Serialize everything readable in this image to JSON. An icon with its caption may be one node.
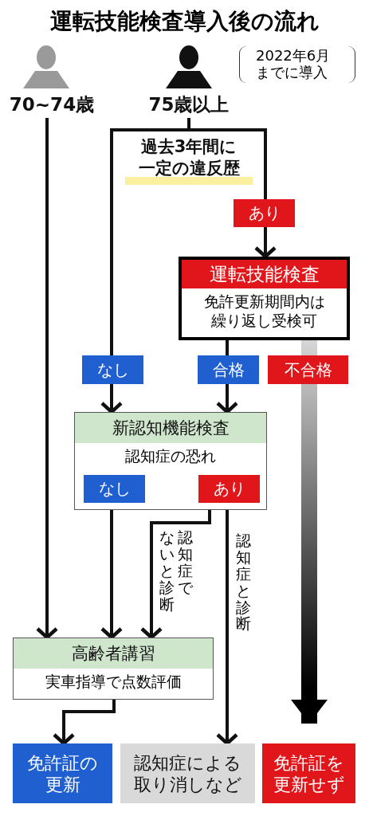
{
  "diagram": {
    "title": "運転技能検査導入後の流れ",
    "nodes": [
      {
        "text": [
          "70~74歳"
        ]
      },
      {
        "text": [
          "75歳以上"
        ]
      },
      {
        "text": [
          "過去3年間に一定の違反歴"
        ]
      },
      {
        "text": [
          "あり"
        ]
      },
      {
        "text": [
          "運転技能検査",
          "免許更新期間内は繰り返し受検可"
        ]
      },
      {
        "text": [
          "なし"
        ]
      },
      {
        "text": [
          "合格"
        ]
      },
      {
        "text": [
          "不合格"
        ]
      },
      {
        "text": [
          "新認知機能検査",
          "認知症の恐れ"
        ]
      },
      {
        "text": [
          "なし"
        ],
        "in": 8
      },
      {
        "text": [
          "あり"
        ],
        "in": 8
      },
      {
        "text": [
          "高齢者講習",
          "実車指導で点数評価"
        ]
      },
      {
        "text": [
          "免許証の更新"
        ]
      },
      {
        "text": [
          "認知症による取り消しなど"
        ]
      },
      {
        "text": [
          "免許証を更新せず"
        ]
      }
    ],
    "edges": [
      {
        "from": 0,
        "to": 11,
        "arrow": "to"
      },
      {
        "from": 1,
        "to": 2,
        "arrow": "none"
      },
      {
        "from": 2,
        "to": 5,
        "arrow": "none"
      },
      {
        "from": 5,
        "to": 8,
        "arrow": "to"
      },
      {
        "from": 2,
        "to": 3,
        "arrow": "none"
      },
      {
        "from": 3,
        "to": 4,
        "arrow": "to"
      },
      {
        "from": 4,
        "to": 6,
        "arrow": "none"
      },
      {
        "from": 6,
        "to": 8,
        "arrow": "to"
      },
      {
        "from": 4,
        "to": 7,
        "arrow": "none",
        "style": "thick"
      },
      {
        "from": 7,
        "to": 14,
        "arrow": "to",
        "style": "thick"
      },
      {
        "from": 9,
        "to": 11,
        "arrow": "to"
      },
      {
        "from": 10,
        "to": 11,
        "arrow": "to",
        "label": "認知症でないと診断"
      },
      {
        "from": 10,
        "to": 13,
        "arrow": "to",
        "label": "認知症と診断"
      },
      {
        "from": 11,
        "to": 12,
        "arrow": "to"
      }
    ],
    "labels": [
      "2022年6月までに導入"
    ]
  }
}
